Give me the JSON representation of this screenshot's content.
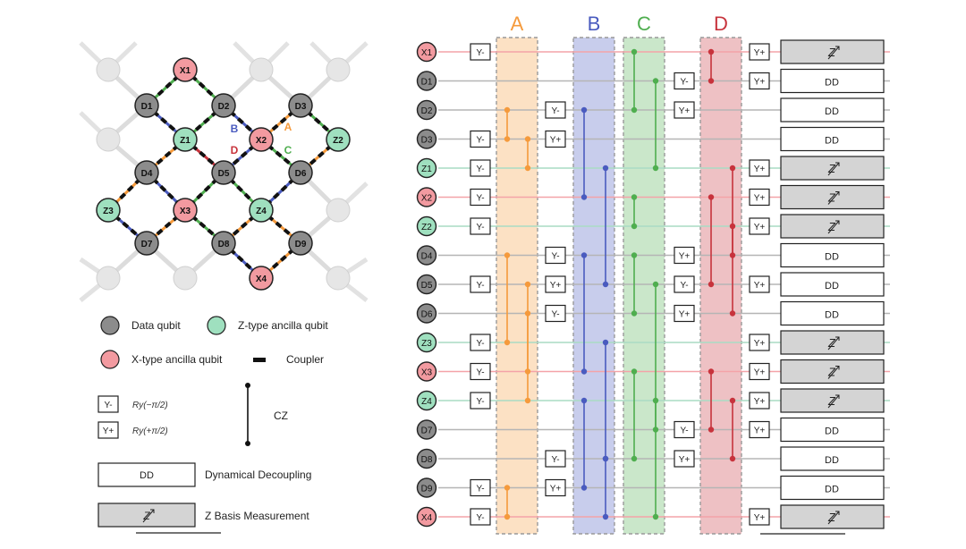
{
  "colors": {
    "data_qubit": "#8c8c8c",
    "z_ancilla": "#9fe0bf",
    "x_ancilla": "#f29aa0",
    "ghost_qubit": "#e6e6e6",
    "coupler": "#111111",
    "orange": "#f59a3c",
    "blue": "#4a5bbf",
    "green": "#4fae4f",
    "red": "#c7333c",
    "measure_fill": "#d4d4d4"
  },
  "lattice": {
    "nodes": [
      {
        "label": "X1",
        "kind": "x"
      },
      {
        "label": "D1",
        "kind": "d"
      },
      {
        "label": "D2",
        "kind": "d"
      },
      {
        "label": "D3",
        "kind": "d"
      },
      {
        "label": "Z1",
        "kind": "z"
      },
      {
        "label": "X2",
        "kind": "x"
      },
      {
        "label": "Z2",
        "kind": "z"
      },
      {
        "label": "D4",
        "kind": "d"
      },
      {
        "label": "D5",
        "kind": "d"
      },
      {
        "label": "D6",
        "kind": "d"
      },
      {
        "label": "Z3",
        "kind": "z"
      },
      {
        "label": "X3",
        "kind": "x"
      },
      {
        "label": "Z4",
        "kind": "z"
      },
      {
        "label": "D7",
        "kind": "d"
      },
      {
        "label": "D8",
        "kind": "d"
      },
      {
        "label": "D9",
        "kind": "d"
      },
      {
        "label": "X4",
        "kind": "x"
      }
    ],
    "step_letters": [
      "B",
      "D",
      "A",
      "C"
    ]
  },
  "legend": {
    "data_qubit": "Data qubit",
    "z_ancilla": "Z-type ancilla qubit",
    "x_ancilla": "X-type ancilla qubit",
    "coupler": "Coupler",
    "y_minus_box": "Y-",
    "y_minus_text": "Ry(−π/2)",
    "y_plus_box": "Y+",
    "y_plus_text": "Ry(+π/2)",
    "cz": "CZ",
    "dd_box": "DD",
    "dd_text": "Dynamical Decoupling",
    "z_box": "Z",
    "z_text": "Z Basis Measurement"
  },
  "circuit": {
    "step_labels": [
      "A",
      "B",
      "C",
      "D"
    ],
    "qubits": [
      {
        "label": "X1",
        "kind": "x",
        "g1": "Y-",
        "g2": "",
        "g3": "",
        "g4": "Y+",
        "end": "Z"
      },
      {
        "label": "D1",
        "kind": "d",
        "g1": "",
        "g2": "",
        "g3": "Y-",
        "g4": "Y+",
        "end": "DD"
      },
      {
        "label": "D2",
        "kind": "d",
        "g1": "",
        "g2": "Y-",
        "g3": "Y+",
        "g4": "",
        "end": "DD"
      },
      {
        "label": "D3",
        "kind": "d",
        "g1": "Y-",
        "g2": "Y+",
        "g3": "",
        "g4": "",
        "end": "DD"
      },
      {
        "label": "Z1",
        "kind": "z",
        "g1": "Y-",
        "g2": "",
        "g3": "",
        "g4": "Y+",
        "end": "Z"
      },
      {
        "label": "X2",
        "kind": "x",
        "g1": "Y-",
        "g2": "",
        "g3": "",
        "g4": "Y+",
        "end": "Z"
      },
      {
        "label": "Z2",
        "kind": "z",
        "g1": "Y-",
        "g2": "",
        "g3": "",
        "g4": "Y+",
        "end": "Z"
      },
      {
        "label": "D4",
        "kind": "d",
        "g1": "",
        "g2": "Y-",
        "g3": "Y+",
        "g4": "",
        "end": "DD"
      },
      {
        "label": "D5",
        "kind": "d",
        "g1": "Y-",
        "g2": "Y+",
        "g3": "Y-",
        "g4": "Y+",
        "end": "DD"
      },
      {
        "label": "D6",
        "kind": "d",
        "g1": "",
        "g2": "Y-",
        "g3": "Y+",
        "g4": "",
        "end": "DD"
      },
      {
        "label": "Z3",
        "kind": "z",
        "g1": "Y-",
        "g2": "",
        "g3": "",
        "g4": "Y+",
        "end": "Z"
      },
      {
        "label": "X3",
        "kind": "x",
        "g1": "Y-",
        "g2": "",
        "g3": "",
        "g4": "Y+",
        "end": "Z"
      },
      {
        "label": "Z4",
        "kind": "z",
        "g1": "Y-",
        "g2": "",
        "g3": "",
        "g4": "Y+",
        "end": "Z"
      },
      {
        "label": "D7",
        "kind": "d",
        "g1": "",
        "g2": "",
        "g3": "Y-",
        "g4": "Y+",
        "end": "DD"
      },
      {
        "label": "D8",
        "kind": "d",
        "g1": "",
        "g2": "Y-",
        "g3": "Y+",
        "g4": "",
        "end": "DD"
      },
      {
        "label": "D9",
        "kind": "d",
        "g1": "Y-",
        "g2": "Y+",
        "g3": "",
        "g4": "",
        "end": "DD"
      },
      {
        "label": "X4",
        "kind": "x",
        "g1": "Y-",
        "g2": "",
        "g3": "",
        "g4": "Y+",
        "end": "Z"
      }
    ],
    "cz_links": [
      {
        "step": "A",
        "from": "D2",
        "to": "D3"
      },
      {
        "step": "A",
        "from": "D3",
        "to": "Z1"
      },
      {
        "step": "A",
        "from": "D4",
        "to": "Z3"
      },
      {
        "step": "A",
        "from": "D5",
        "to": "X3"
      },
      {
        "step": "A",
        "from": "D6",
        "to": "Z4"
      },
      {
        "step": "A",
        "from": "D9",
        "to": "X4"
      },
      {
        "step": "B",
        "from": "D2",
        "to": "X2"
      },
      {
        "step": "B",
        "from": "Z1",
        "to": "D5"
      },
      {
        "step": "B",
        "from": "D4",
        "to": "X3"
      },
      {
        "step": "B",
        "from": "Z3",
        "to": "D8"
      },
      {
        "step": "B",
        "from": "Z4",
        "to": "D9"
      },
      {
        "step": "B",
        "from": "D8",
        "to": "X4"
      },
      {
        "step": "C",
        "from": "X1",
        "to": "D2"
      },
      {
        "step": "C",
        "from": "D1",
        "to": "Z1"
      },
      {
        "step": "C",
        "from": "X2",
        "to": "Z2"
      },
      {
        "step": "C",
        "from": "D4",
        "to": "D6"
      },
      {
        "step": "C",
        "from": "D5",
        "to": "D7"
      },
      {
        "step": "C",
        "from": "X3",
        "to": "D8"
      },
      {
        "step": "C",
        "from": "Z4",
        "to": "X4"
      },
      {
        "step": "D",
        "from": "X1",
        "to": "D1"
      },
      {
        "step": "D",
        "from": "X2",
        "to": "D5"
      },
      {
        "step": "D",
        "from": "Z1",
        "to": "D4"
      },
      {
        "step": "D",
        "from": "Z2",
        "to": "D6"
      },
      {
        "step": "D",
        "from": "X3",
        "to": "D7"
      },
      {
        "step": "D",
        "from": "Z4",
        "to": "D8"
      }
    ]
  }
}
